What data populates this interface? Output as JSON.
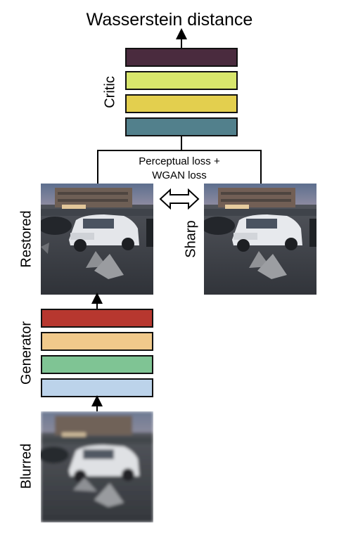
{
  "title": "Wasserstein distance",
  "critic": {
    "label": "Critic",
    "layer_colors": [
      "#4a2b3e",
      "#d8e66c",
      "#e3cf4e",
      "#52808c"
    ]
  },
  "loss_label": {
    "line1": "Perceptual loss +",
    "line2": "WGAN loss"
  },
  "restored": {
    "label": "Restored"
  },
  "sharp": {
    "label": "Sharp"
  },
  "generator": {
    "label": "Generator",
    "layer_colors": [
      "#b7372f",
      "#f0c98b",
      "#7fc494",
      "#bcd3ea"
    ]
  },
  "blurred": {
    "label": "Blurred"
  }
}
